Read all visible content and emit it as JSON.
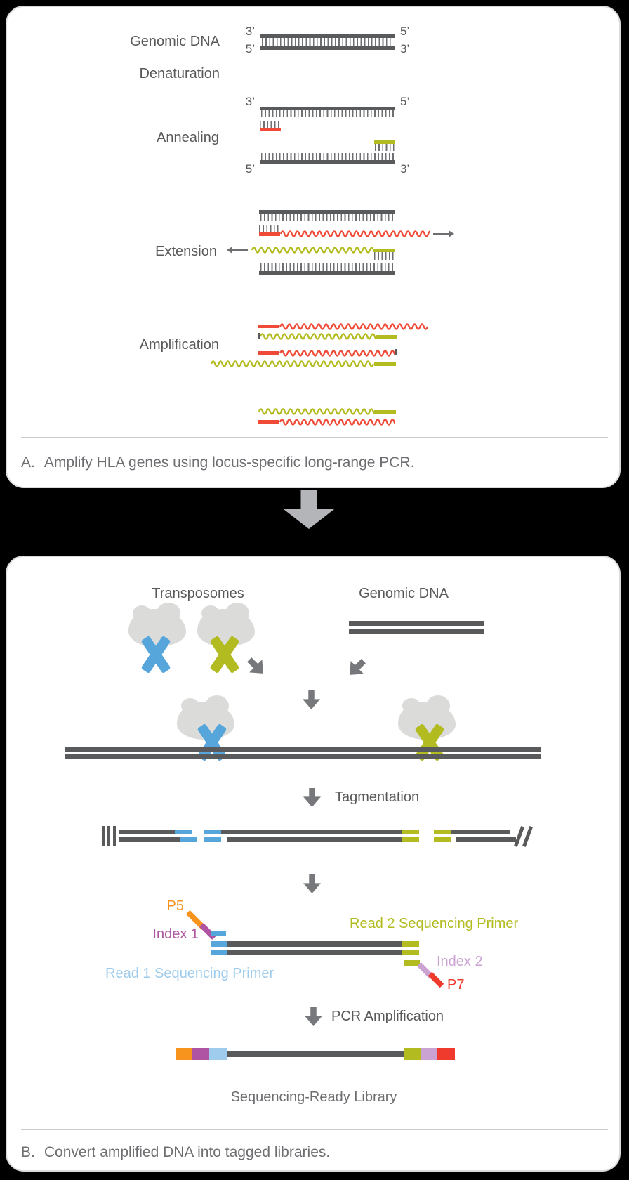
{
  "colors": {
    "dna": "#595A5C",
    "teeth": "#6F7073",
    "red": "#EF4B38",
    "olive": "#B2BB1F",
    "blue": "#56A5DB",
    "lightblue": "#9FCCEC",
    "orange": "#F7941E",
    "magenta": "#AE54A2",
    "lilac": "#CBA3D2",
    "p7red": "#EE3B2D",
    "cloud": "#DBDBDA",
    "arrow": "#77787B",
    "bigarrow": "#B3B5B8",
    "label": "#58595B",
    "caption": "#6D6E71",
    "divider": "#C9CACB"
  },
  "panel_a": {
    "labels": {
      "genomic_dna": "Genomic DNA",
      "denaturation": "Denaturation",
      "annealing": "Annealing",
      "extension": "Extension",
      "amplification": "Amplification"
    },
    "primes": {
      "three": "3’",
      "five": "5’"
    },
    "caption": {
      "prefix": "A.",
      "text": "Amplify HLA genes using locus-specific long-range PCR."
    }
  },
  "panel_b": {
    "labels": {
      "transposomes": "Transposomes",
      "genomic_dna": "Genomic DNA",
      "tagmentation": "Tagmentation",
      "p5": "P5",
      "index_1": "Index 1",
      "read_1": "Read 1 Sequencing Primer",
      "read_2": "Read 2 Sequencing Primer",
      "index_2": "Index 2",
      "p7": "P7",
      "pcr_amplification": "PCR Amplification",
      "sequencing_ready_library": "Sequencing-Ready Library"
    },
    "caption": {
      "prefix": "B.",
      "text": "Convert amplified DNA into tagged libraries."
    }
  }
}
